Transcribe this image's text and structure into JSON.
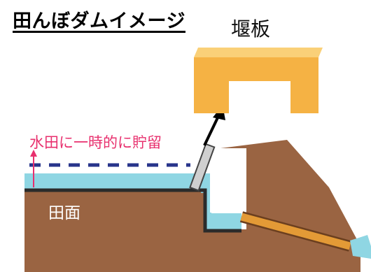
{
  "title": "田んぼダムイメージ",
  "labels": {
    "weir_board": "堰板",
    "temporary_storage": "水田に一時的に貯留",
    "paddy_field": "田面"
  },
  "colors": {
    "soil": "#9a6442",
    "water": "#8fd6e3",
    "weir_board": "#f5b244",
    "storage_line": "#27348b",
    "storage_text": "#e8306e",
    "pipe": "#e39a36"
  }
}
